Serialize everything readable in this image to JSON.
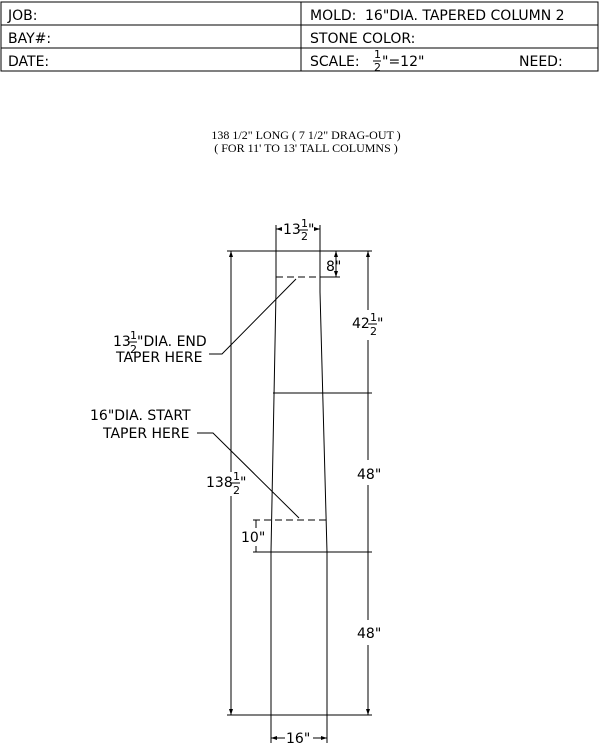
{
  "title_block": {
    "job_label": "JOB:",
    "bay_label": "BAY#:",
    "date_label": "DATE:",
    "mold_label": "MOLD:",
    "mold_value": "16\"DIA. TAPERED COLUMN 2",
    "stone_color_label": "STONE COLOR:",
    "scale_label": "SCALE:",
    "scale_value": "\"=12\"",
    "scale_fraction_num": "1",
    "scale_fraction_den": "2",
    "need_label": "NEED:"
  },
  "notes": {
    "line1": "138 1/2\" LONG ( 7 1/2\" DRAG-OUT )",
    "line2": "( FOR 11' TO 13' TALL COLUMNS )"
  },
  "dimensions": {
    "top_width_whole": "13",
    "top_width_num": "1",
    "top_width_den": "2",
    "top_width_unit": "\"",
    "top_offset": "8\"",
    "upper_seg_whole": "42",
    "upper_seg_num": "1",
    "upper_seg_den": "2",
    "upper_seg_unit": "\"",
    "overall_whole": "138",
    "overall_num": "1",
    "overall_den": "2",
    "overall_unit": "\"",
    "middle_seg": "48\"",
    "lower_seg": "48\"",
    "start_offset": "10\"",
    "bottom_width": "16\""
  },
  "callouts": {
    "end_whole": "13",
    "end_num": "1",
    "end_den": "2",
    "end_rest": "\"DIA. END",
    "end_line2": "TAPER HERE",
    "start_line1": "16\"DIA. START",
    "start_line2": "TAPER HERE"
  }
}
